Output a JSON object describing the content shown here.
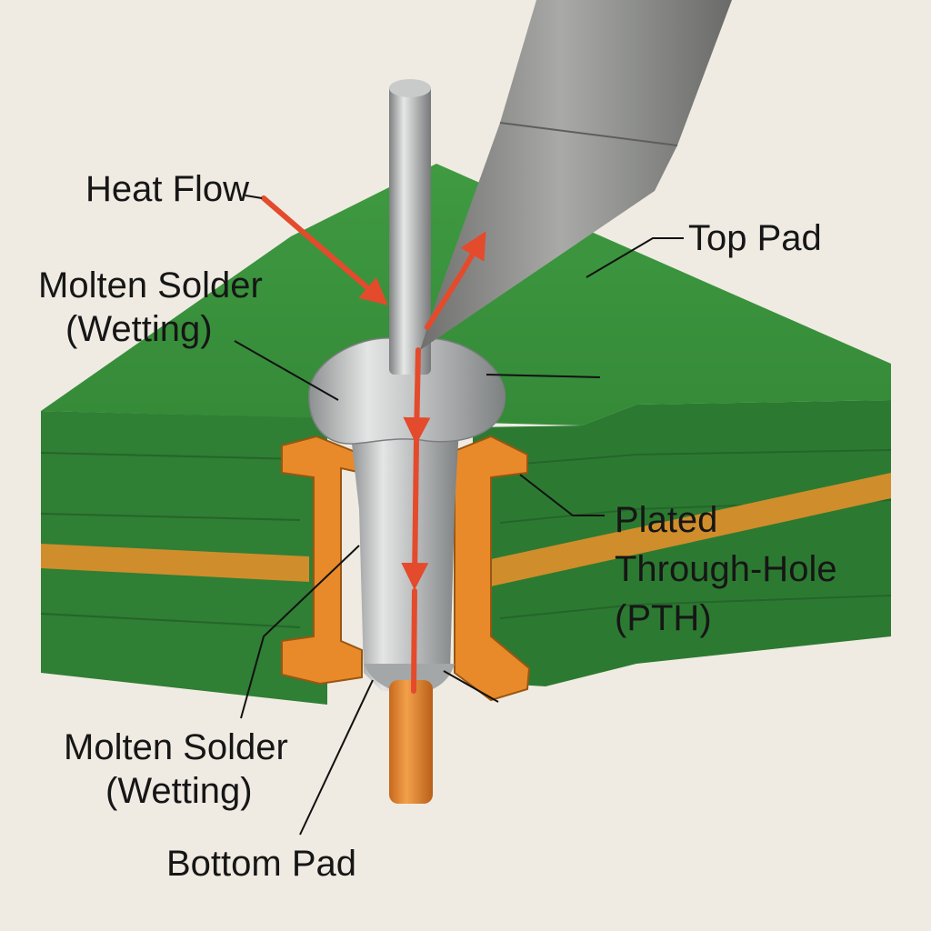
{
  "diagram": {
    "labels": {
      "heat_flow": "Heat Flow",
      "top_pad": "Top Pad",
      "molten_solder_top": {
        "line1": "Molten Solder",
        "line2": "(Wetting)"
      },
      "pth": {
        "line1": "Plated",
        "line2": "Through-Hole",
        "line3": "(PTH)"
      },
      "molten_solder_bottom": {
        "line1": "Molten Solder",
        "line2": "(Wetting)"
      },
      "bottom_pad": "Bottom Pad"
    },
    "colors": {
      "background": "#efebe2",
      "pcb_green": "#3a8f3c",
      "copper_orange": "#e0842a",
      "solder_silver": "#b7b9b9",
      "heat_arrow": "#e34b2c",
      "soldering_iron": "#8b8c8a"
    }
  }
}
